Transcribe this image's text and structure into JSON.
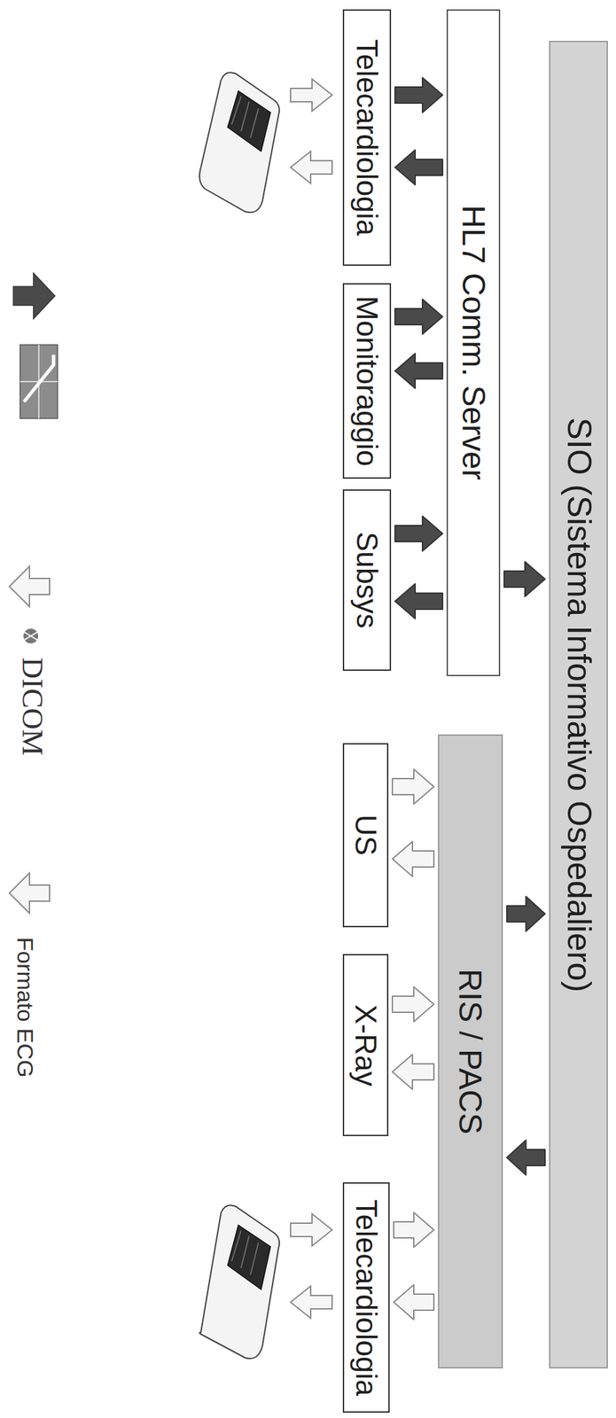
{
  "diagram": {
    "nodes": [
      {
        "text": [
          "SIO (Sistema Informativo Ospedaliero)"
        ]
      },
      {
        "text": [
          "HL7 Comm. Server"
        ]
      },
      {
        "text": [
          "RIS / PACS"
        ]
      },
      {
        "text": [
          "Telecardiologia"
        ]
      },
      {
        "text": [
          "Monitoraggio"
        ]
      },
      {
        "text": [
          "Subsys"
        ]
      },
      {
        "text": [
          "US"
        ]
      },
      {
        "text": [
          "X-Ray"
        ]
      },
      {
        "text": [
          "Telecardiologia"
        ]
      }
    ],
    "edges": [
      {
        "from": 1,
        "to": 0,
        "arrow": "to"
      },
      {
        "from": 2,
        "to": 0,
        "arrow": "to"
      },
      {
        "from": 0,
        "to": 2,
        "arrow": "to"
      },
      {
        "from": 3,
        "to": 1,
        "arrow": "to"
      },
      {
        "from": 1,
        "to": 3,
        "arrow": "to"
      },
      {
        "from": 4,
        "to": 1,
        "arrow": "to"
      },
      {
        "from": 1,
        "to": 4,
        "arrow": "to"
      },
      {
        "from": 5,
        "to": 1,
        "arrow": "to"
      },
      {
        "from": 1,
        "to": 5,
        "arrow": "to"
      },
      {
        "from": 6,
        "to": 2,
        "arrow": "to"
      },
      {
        "from": 2,
        "to": 6,
        "arrow": "to"
      },
      {
        "from": 7,
        "to": 2,
        "arrow": "to"
      },
      {
        "from": 2,
        "to": 7,
        "arrow": "to"
      },
      {
        "from": 8,
        "to": 2,
        "arrow": "to"
      },
      {
        "from": 2,
        "to": 8,
        "arrow": "to"
      }
    ],
    "legend": [
      {
        "text": "DICOM"
      },
      {
        "text": "Formato ECG"
      }
    ]
  }
}
